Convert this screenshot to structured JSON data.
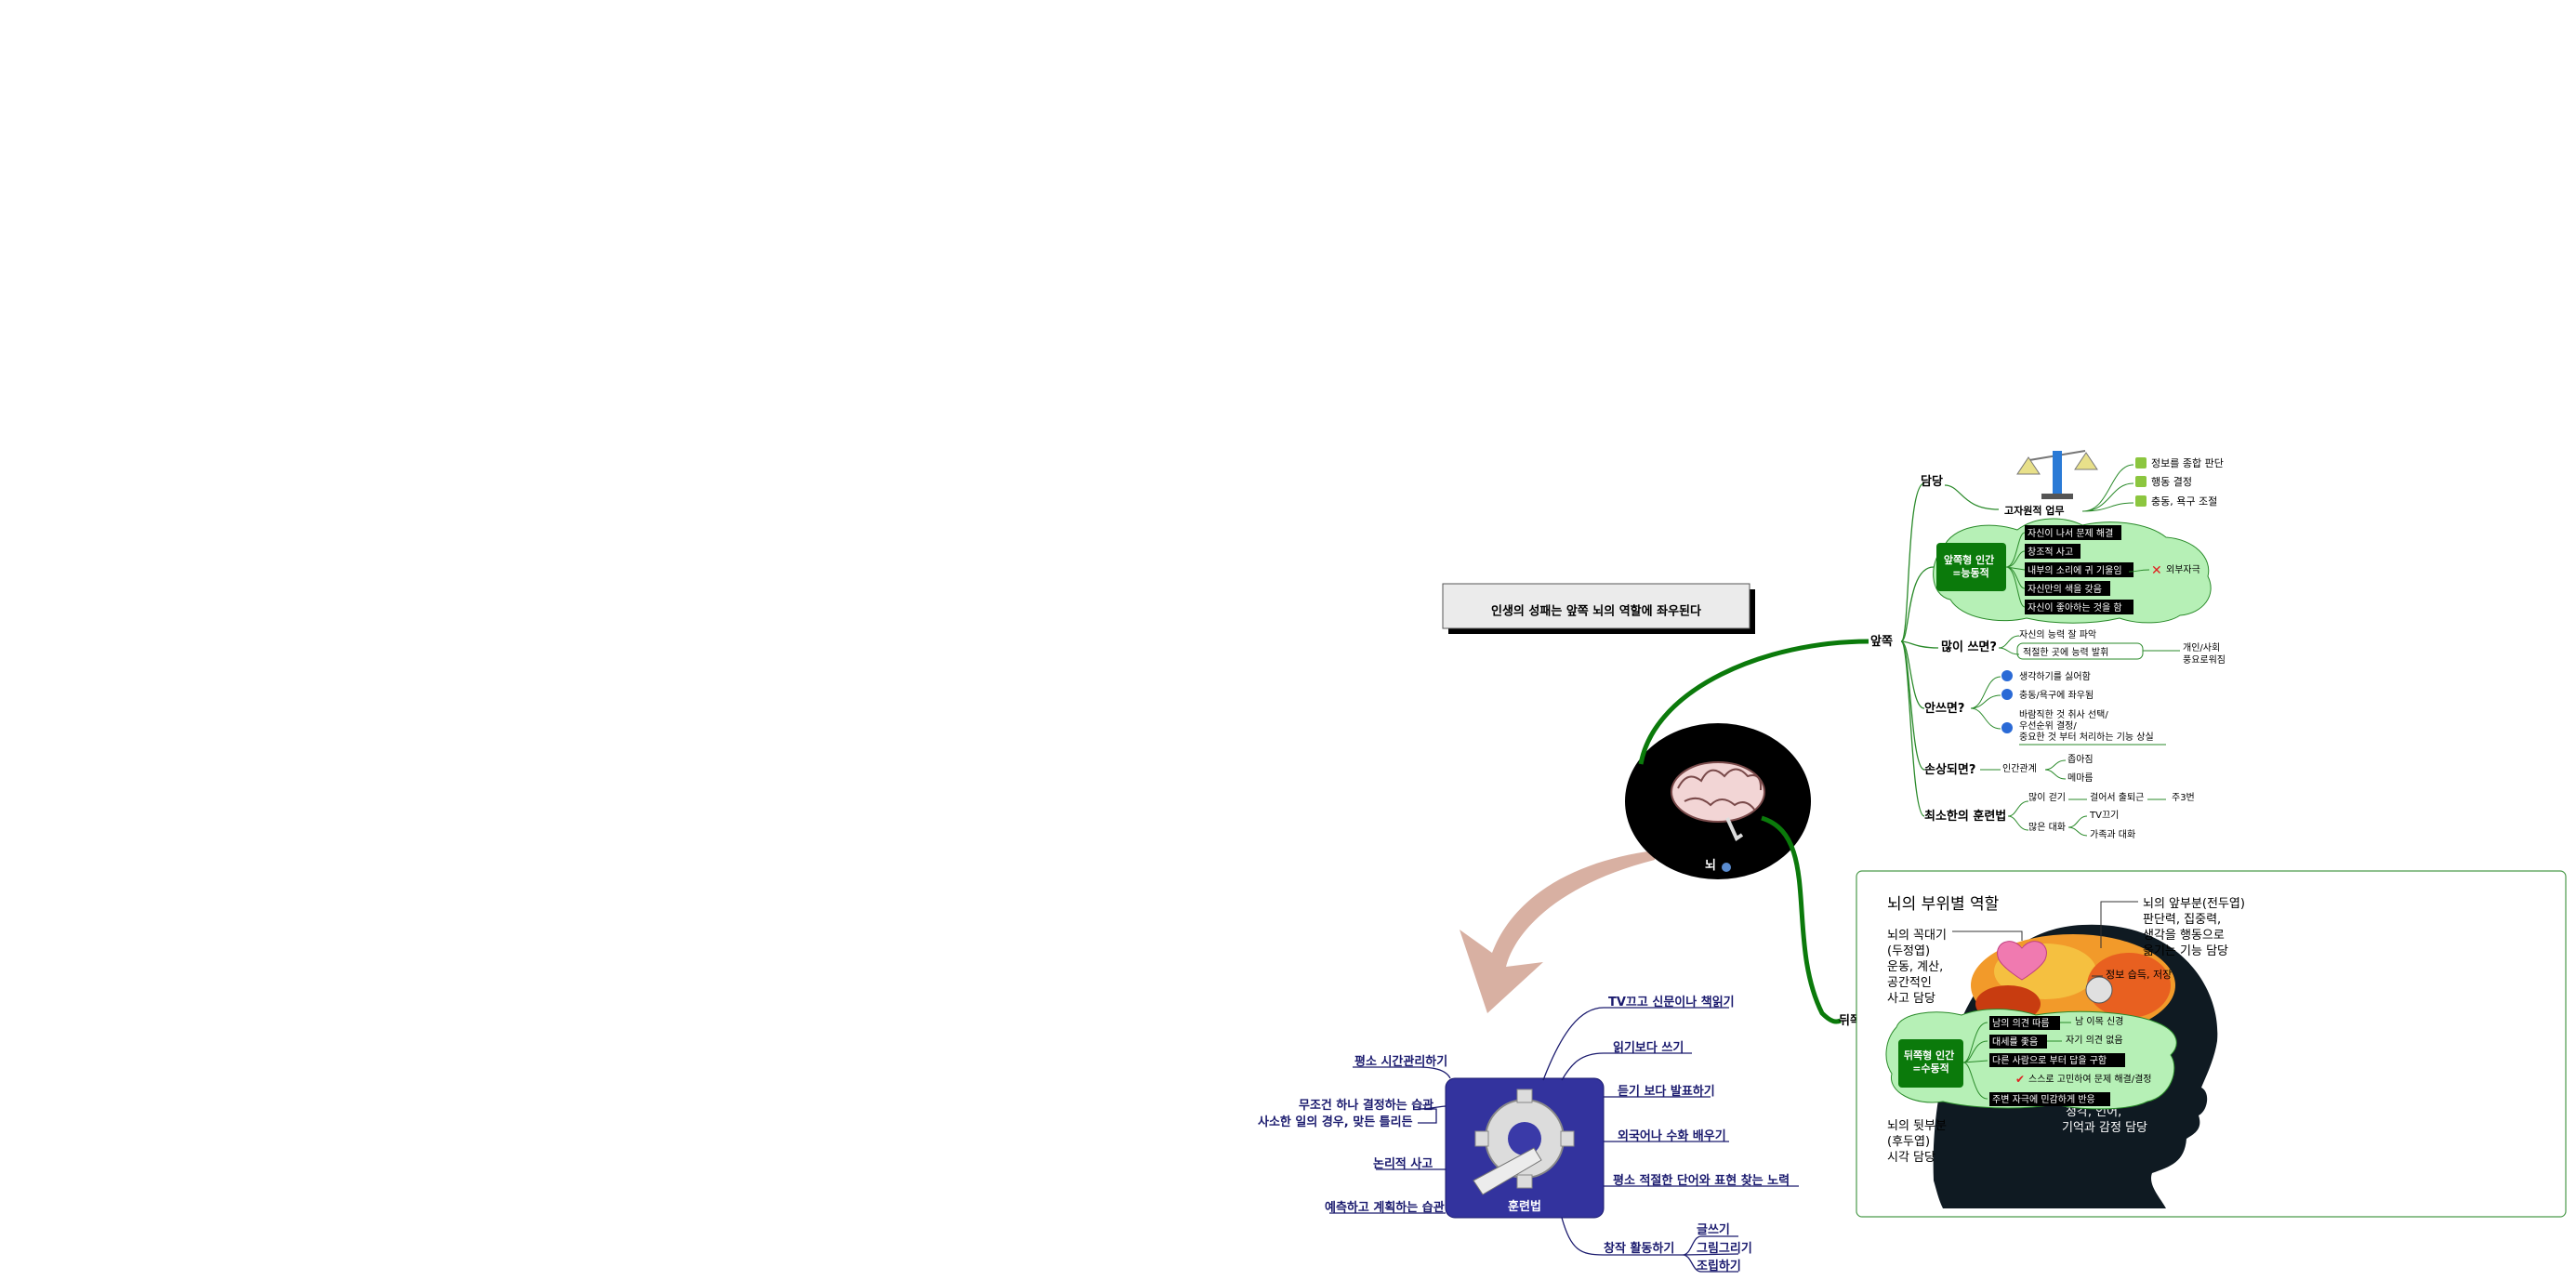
{
  "title_box": "인생의 성패는 앞쪽 뇌의 역할에 좌우된다",
  "center": {
    "label": "뇌"
  },
  "front": {
    "label": "앞쪽",
    "duty": {
      "label": "담당",
      "sub": "고자원적 업무",
      "items": [
        "정보를 종합 판단",
        "행동 결정",
        "충동, 욕구 조절"
      ]
    },
    "type": {
      "label": "앞쪽형 인간\n=능동적",
      "items": [
        "자신이 나서 문제 해결",
        "창조적 사고",
        "내부의 소리에 귀 기울임",
        "자신만의 색을 갖음",
        "자신이 좋아하는 것을 함"
      ],
      "external": "외부자극"
    },
    "use_more": {
      "label": "많이 쓰면?",
      "items": [
        "자신의 능력 잘 파악",
        "적절한 곳에 능력 발휘"
      ],
      "result": "개인/사회\n풍요로워짐"
    },
    "not_use": {
      "label": "안쓰면?",
      "items": [
        "생각하기를 싫어함",
        "충동/욕구에 좌우됨",
        "바람직한 것 취사 선택/\n우선순위 결정/\n중요한 것 부터 처리하는 기능 상실"
      ]
    },
    "damaged": {
      "label": "손상되면?",
      "sub": "인간관계",
      "items": [
        "좁아짐",
        "메마름"
      ]
    },
    "training": {
      "label": "최소한의 훈련법",
      "walk": "많이 걷기",
      "walk2": "걸어서 출퇴근",
      "walk3": "주3번",
      "talk": "많은 대화",
      "talk_items": [
        "TV끄기",
        "가족과 대화"
      ]
    }
  },
  "back": {
    "label": "뒤쪽",
    "panel_title": "뇌의 부위별 역할",
    "top_part": "뇌의 꼭대기\n(두정엽)\n운동, 계산,\n공간적인\n사고 담당",
    "front_part": "뇌의 앞부분(전두엽)\n판단력, 집중력,\n생각을 행동으로\n옮기는 기능 담당",
    "memory": "정보 습득, 저장",
    "temporal": "청각, 언어,\n기억과 감정 담당",
    "back_part": "뇌의 뒷부분\n(후두엽)\n시각 담당",
    "type": {
      "label": "뒤쪽형 인간\n=수동적",
      "items": [
        "남의 의견 따름",
        "대세를 좇음",
        "다른 사람으로 부터 답을 구함",
        "주변 자극에 민감하게 반응"
      ],
      "sub1": "남 이목 신경",
      "sub2": "자기 의견 없음",
      "sub3": "스스로 고민하여 문제 해결/결정"
    }
  },
  "method": {
    "label": "훈련법",
    "right": [
      "TV끄고 신문이나 책읽기",
      "읽기보다 쓰기",
      "듣기 보다 발표하기",
      "외국어나 수화 배우기",
      "평소 적절한 단어와 표현 찾는 노력",
      "창작 활동하기"
    ],
    "create_items": [
      "글쓰기",
      "그림그리기",
      "조립하기"
    ],
    "left": [
      "평소 시간관리하기",
      "무조건 하나 결정하는 습관",
      "사소한 일의 경우, 맞든 틀리든",
      "논리적 사고",
      "예측하고 계획하는 습관"
    ]
  },
  "colors": {
    "green": "#1e7d1e",
    "dark_green": "#0b7a0b",
    "light_green": "#b6f0b6",
    "navy": "#1a1a6e",
    "arrow": "#d8b0a2",
    "panel_border": "#4a9a4a"
  }
}
